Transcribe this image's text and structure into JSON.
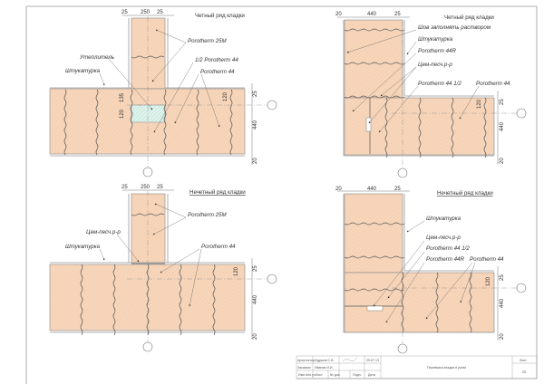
{
  "colors": {
    "block": "#f7d6bb",
    "insulation": "#cfeee4",
    "frame": "#999999"
  },
  "details": {
    "top_left": {
      "title": "Четный ряд кладки",
      "labels": [
        "Porotherm 25M",
        "Утеплитель",
        "1/2 Porotherm 44",
        "Штукатурка",
        "Porotherm 44"
      ],
      "dims_top": [
        "25",
        "250",
        "25"
      ],
      "dims_right": [
        "25",
        "440",
        "20"
      ],
      "dims_inner": [
        "120",
        "135",
        "120"
      ]
    },
    "top_right": {
      "title": "Четный ряд кладки",
      "labels": [
        "Шов заполнять раствором",
        "Штукатурка",
        "Porotherm 44R",
        "Цем-песч.р-р",
        "Porotherm 44 1/2",
        "Porotherm 44"
      ],
      "dims_top": [
        "20",
        "440",
        "25"
      ],
      "dims_right": [
        "25",
        "440",
        "20"
      ],
      "dims_inner": [
        "120"
      ]
    },
    "bottom_left": {
      "title": "Нечетный ряд кладки",
      "labels": [
        "Porotherm 25M",
        "Цем-песч.р-р",
        "Штукатурка",
        "Porotherm 44"
      ],
      "dims_top": [
        "25",
        "250",
        "25"
      ],
      "dims_right": [
        "25",
        "440",
        "20"
      ],
      "dims_inner": [
        "120"
      ]
    },
    "bottom_right": {
      "title": "Нечетный ряд кладки",
      "labels": [
        "Штукатурка",
        "Цем-песч.р-р",
        "Porotherm 44 1/2",
        "Porotherm 44R",
        "Porotherm 44"
      ],
      "dims_top": [
        "20",
        "440",
        "25"
      ],
      "dims_right": [
        "25",
        "440",
        "20"
      ],
      "dims_inner": [
        "120"
      ]
    }
  },
  "title_block": {
    "role1": "Архитектор",
    "name1": "Худяков С.В.",
    "date1": "29.07.13",
    "role2": "Заказчик",
    "name2": "Иванов И.И.",
    "cols": [
      "Изм.",
      "Кол.уч.",
      "Лист",
      "№ док.",
      "Подп.",
      "Дата"
    ],
    "drawing_title": "Перевязка кладки в узлах",
    "sheet_label": "Лист",
    "sheet_number": "25"
  }
}
